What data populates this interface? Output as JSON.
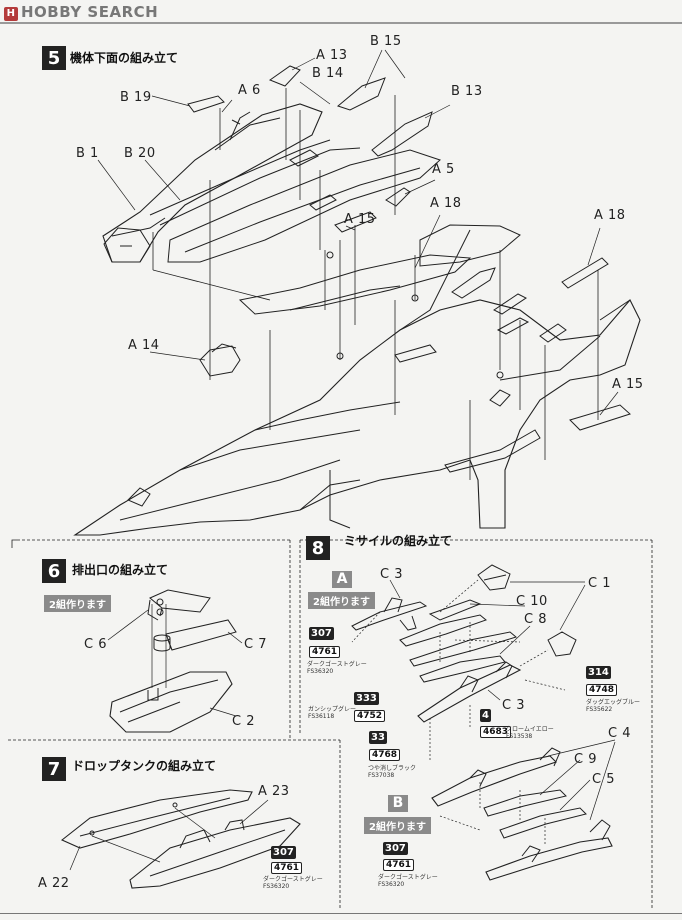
{
  "header": {
    "logo_mark": "H",
    "logo_text": "HOBBY SEARCH"
  },
  "steps": [
    {
      "num": "5",
      "title": "機体下面の組み立て"
    },
    {
      "num": "6",
      "title": "排出口の組み立て"
    },
    {
      "num": "7",
      "title": "ドロップタンクの組み立て"
    },
    {
      "num": "8",
      "title": "ミサイルの組み立て"
    }
  ],
  "step5_labels": {
    "a13": "A 13",
    "b15": "B 15",
    "b14": "B 14",
    "b19": "B 19",
    "a6": "A 6",
    "b13": "B 13",
    "b1": "B 1",
    "b20": "B 20",
    "a5": "A 5",
    "a18a": "A 18",
    "a15a": "A 15",
    "a18b": "A 18",
    "a14": "A 14",
    "a15b": "A 15"
  },
  "step6": {
    "note": "2組作ります",
    "c6": "C 6",
    "c7": "C 7",
    "c2": "C 2"
  },
  "step7": {
    "a23": "A 23",
    "a22": "A 22",
    "paint": {
      "num": "307",
      "code": "4761",
      "name1": "ダークゴーストグレー",
      "name2": "FS36320"
    }
  },
  "step8": {
    "setA": {
      "letter": "A",
      "note": "2組作ります"
    },
    "setB": {
      "letter": "B",
      "note": "2組作ります"
    },
    "labels": {
      "c3a": "C 3",
      "c1": "C 1",
      "c10": "C 10",
      "c8": "C 8",
      "c3b": "C 3",
      "c4": "C 4",
      "c9": "C 9",
      "c5": "C 5"
    },
    "paints": [
      {
        "num": "307",
        "code": "4761",
        "name1": "ダークゴーストグレー",
        "name2": "FS36320"
      },
      {
        "num": "314",
        "code": "4748",
        "name1": "ダッグエッグブルー",
        "name2": "FS35622"
      },
      {
        "num": "333",
        "code": "4752",
        "name1": "ガンシップグレー",
        "name2": "FS36118"
      },
      {
        "num": "4",
        "code": "4683",
        "name1": "クロームイエロー",
        "name2": "FS13538"
      },
      {
        "num": "33",
        "code": "4768",
        "name1": "つや消しブラック",
        "name2": "FS37038"
      },
      {
        "num": "307",
        "code": "4761",
        "name1": "ダークゴーストグレー",
        "name2": "FS36320"
      }
    ]
  }
}
